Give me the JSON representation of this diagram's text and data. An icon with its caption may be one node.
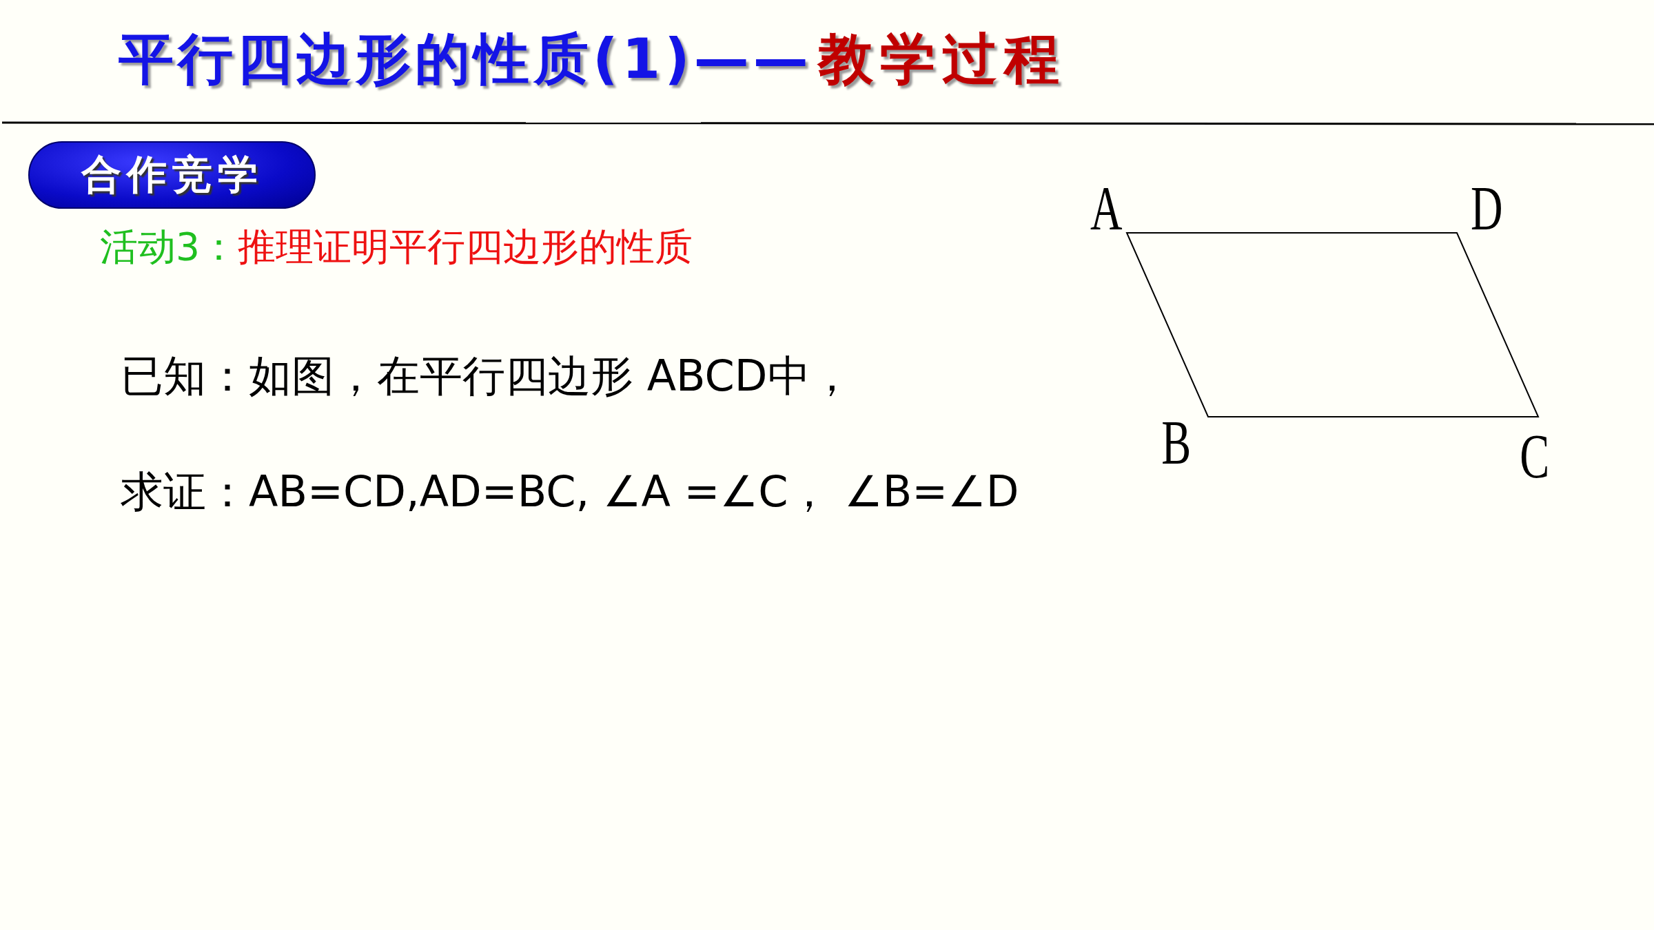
{
  "diagram": {
    "title": "平行四边形的性质(1)——",
    "nodes": [
      {
        "text": [
          "合作竞学"
        ]
      }
    ],
    "labels": [
      "教学过程",
      "活动3：",
      "推理证明平行四边形的性质",
      "已知：如图，在平行四边形 ABCD中，",
      "求证：AB=CD,AD=BC, ∠A =∠C， ∠B=∠D",
      "A",
      "D",
      "B",
      "C"
    ]
  }
}
